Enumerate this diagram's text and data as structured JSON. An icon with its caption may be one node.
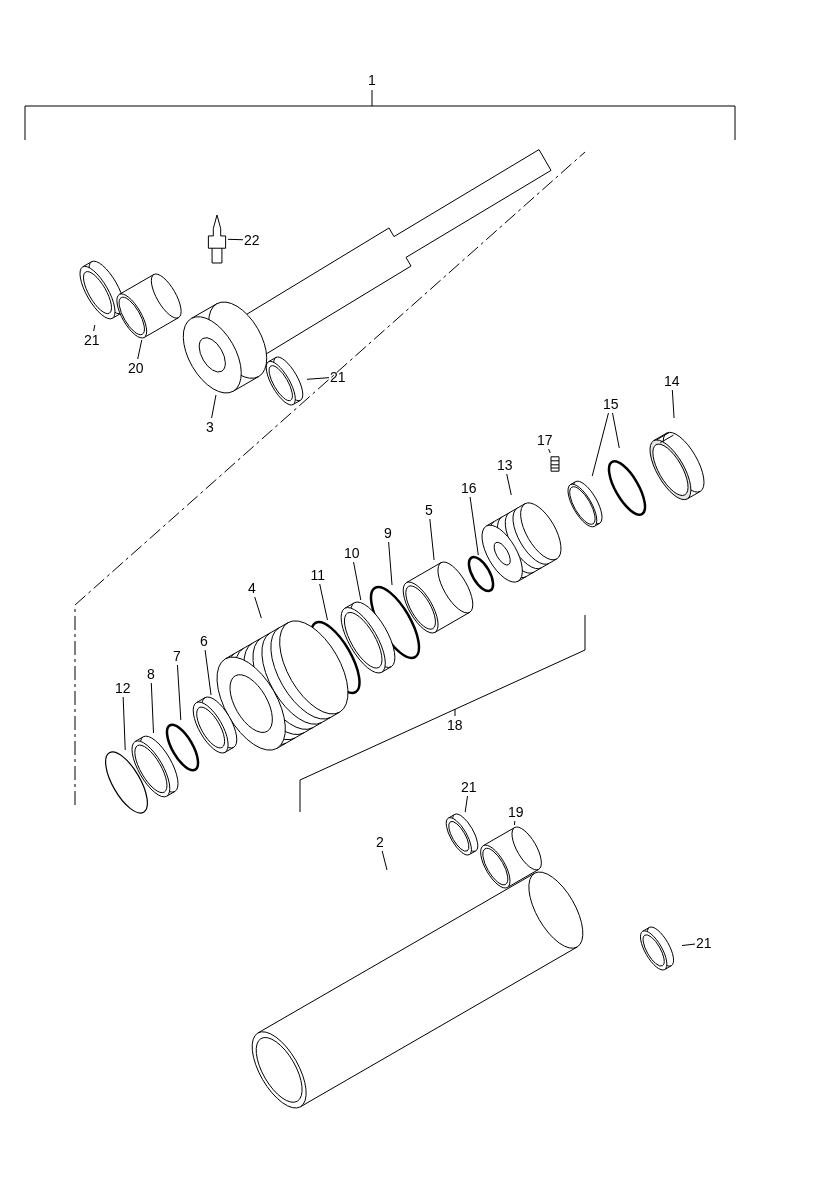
{
  "diagram": {
    "nodes": [
      {
        "text": [
          "22"
        ]
      },
      {
        "text": [],
        "shape": "picture"
      },
      {
        "text": [
          "21"
        ]
      },
      {
        "text": [],
        "shape": "picture"
      },
      {
        "text": [
          "20"
        ]
      },
      {
        "text": [],
        "shape": "picture"
      },
      {
        "text": [
          "21"
        ]
      },
      {
        "text": [],
        "shape": "picture"
      },
      {
        "text": [
          "3"
        ]
      },
      {
        "text": [],
        "shape": "picture"
      },
      {
        "text": [
          "14"
        ]
      },
      {
        "text": [],
        "shape": "circle"
      },
      {
        "text": [
          "15"
        ]
      },
      {
        "text": [],
        "shape": "circle"
      },
      {
        "text": [],
        "shape": "picture"
      },
      {
        "text": [
          "17"
        ]
      },
      {
        "text": [],
        "shape": "picture"
      },
      {
        "text": [
          "13"
        ]
      },
      {
        "text": [],
        "shape": "picture"
      },
      {
        "text": [
          "16"
        ]
      },
      {
        "text": [],
        "shape": "circle"
      },
      {
        "text": [
          "5"
        ]
      },
      {
        "text": [],
        "shape": "picture"
      },
      {
        "text": [
          "9"
        ]
      },
      {
        "text": [],
        "shape": "circle"
      },
      {
        "text": [
          "10"
        ]
      },
      {
        "text": [],
        "shape": "picture"
      },
      {
        "text": [
          "11"
        ]
      },
      {
        "text": [],
        "shape": "circle"
      },
      {
        "text": [
          "4"
        ]
      },
      {
        "text": [],
        "shape": "picture"
      },
      {
        "text": [
          "6"
        ]
      },
      {
        "text": [],
        "shape": "picture"
      },
      {
        "text": [
          "7"
        ]
      },
      {
        "text": [],
        "shape": "circle"
      },
      {
        "text": [
          "8"
        ]
      },
      {
        "text": [],
        "shape": "picture"
      },
      {
        "text": [
          "12"
        ]
      },
      {
        "text": [],
        "shape": "circle"
      },
      {
        "text": [
          "21"
        ]
      },
      {
        "text": [],
        "shape": "picture"
      },
      {
        "text": [
          "19"
        ]
      },
      {
        "text": [],
        "shape": "picture"
      },
      {
        "text": [
          "2"
        ]
      },
      {
        "text": [],
        "shape": "picture"
      },
      {
        "text": [
          "21"
        ]
      },
      {
        "text": [],
        "shape": "picture"
      }
    ],
    "edges": [
      {
        "from": 0,
        "to": 1,
        "arrow": "none"
      },
      {
        "from": 2,
        "to": 3,
        "arrow": "none"
      },
      {
        "from": 4,
        "to": 5,
        "arrow": "none"
      },
      {
        "from": 6,
        "to": 7,
        "arrow": "none"
      },
      {
        "from": 8,
        "to": 9,
        "arrow": "none"
      },
      {
        "from": 10,
        "to": 11,
        "arrow": "none"
      },
      {
        "from": 12,
        "to": 13,
        "arrow": "none"
      },
      {
        "from": 12,
        "to": 14,
        "arrow": "none"
      },
      {
        "from": 15,
        "to": 16,
        "arrow": "none"
      },
      {
        "from": 17,
        "to": 18,
        "arrow": "none"
      },
      {
        "from": 19,
        "to": 20,
        "arrow": "none"
      },
      {
        "from": 21,
        "to": 22,
        "arrow": "none"
      },
      {
        "from": 23,
        "to": 24,
        "arrow": "none"
      },
      {
        "from": 25,
        "to": 26,
        "arrow": "none"
      },
      {
        "from": 27,
        "to": 28,
        "arrow": "none"
      },
      {
        "from": 29,
        "to": 30,
        "arrow": "none"
      },
      {
        "from": 31,
        "to": 32,
        "arrow": "none"
      },
      {
        "from": 33,
        "to": 34,
        "arrow": "none"
      },
      {
        "from": 35,
        "to": 36,
        "arrow": "none"
      },
      {
        "from": 37,
        "to": 38,
        "arrow": "none"
      },
      {
        "from": 39,
        "to": 40,
        "arrow": "none"
      },
      {
        "from": 41,
        "to": 42,
        "arrow": "none"
      },
      {
        "from": 43,
        "to": 44,
        "arrow": "none"
      },
      {
        "from": 45,
        "to": 46,
        "arrow": "none"
      }
    ],
    "labels": [
      "1",
      "18"
    ]
  }
}
